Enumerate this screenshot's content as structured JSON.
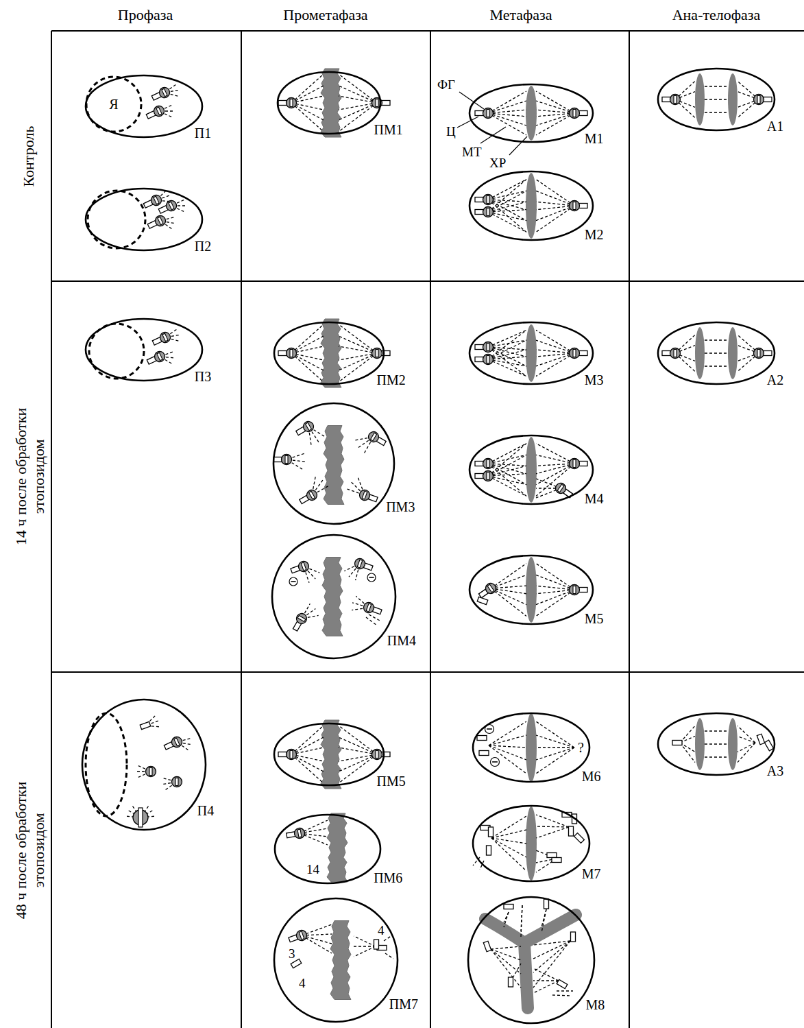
{
  "diagram": {
    "nodes": [
      {
        "text": [
          "П1"
        ]
      },
      {
        "text": [
          "П2"
        ]
      },
      {
        "text": [
          "ПМ1"
        ]
      },
      {
        "text": [
          "М1"
        ]
      },
      {
        "text": [
          "М2"
        ]
      },
      {
        "text": [
          "А1"
        ]
      },
      {
        "text": [
          "П3"
        ]
      },
      {
        "text": [
          "ПМ2"
        ]
      },
      {
        "text": [
          "ПМ3"
        ]
      },
      {
        "text": [
          "ПМ4"
        ]
      },
      {
        "text": [
          "М3"
        ]
      },
      {
        "text": [
          "М4"
        ]
      },
      {
        "text": [
          "М5"
        ]
      },
      {
        "text": [
          "А2"
        ]
      },
      {
        "text": [
          "П4"
        ]
      },
      {
        "text": [
          "ПМ5"
        ]
      },
      {
        "text": [
          "ПМ6"
        ]
      },
      {
        "text": [
          "ПМ7"
        ]
      },
      {
        "text": [
          "М6"
        ]
      },
      {
        "text": [
          "М7"
        ]
      },
      {
        "text": [
          "М8"
        ]
      },
      {
        "text": [
          "А3"
        ]
      }
    ],
    "labels": [
      "Профаза",
      "Прометафаза",
      "Метафаза",
      "Ана-телофаза",
      "Контроль",
      "14 ч после обработки этопозидом",
      "48 ч после обработки этопозидом",
      "Я",
      "ФГ",
      "Ц",
      "МТ",
      "ХР",
      "?",
      "14",
      "3",
      "4",
      "4"
    ]
  }
}
